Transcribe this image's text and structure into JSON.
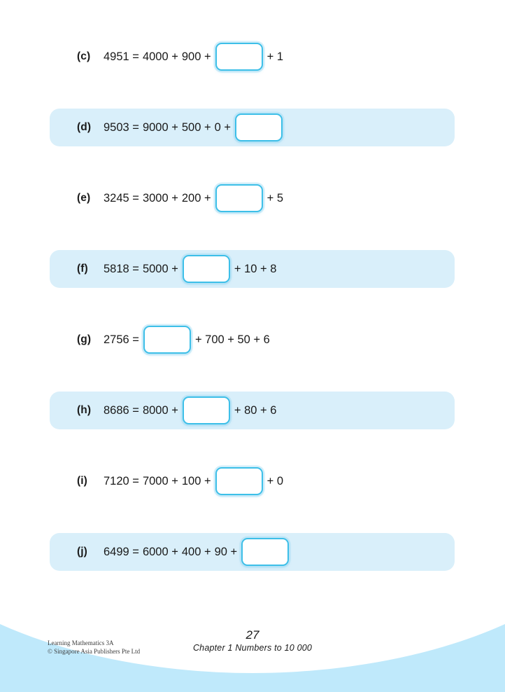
{
  "worksheet": {
    "subject_band_color": "#d9effa",
    "answer_box_border_color": "#3dbfe8",
    "footer_wave_color": "#bfe9fb",
    "rows": [
      {
        "label": "(c)",
        "shaded": false,
        "parts": [
          "4951 =",
          "4000 +",
          "900 +",
          "BOX",
          "+ 1"
        ]
      },
      {
        "label": "(d)",
        "shaded": true,
        "parts": [
          "9503 =",
          "9000 +",
          "500 +",
          "0 +",
          "BOX"
        ]
      },
      {
        "label": "(e)",
        "shaded": false,
        "parts": [
          "3245 =",
          "3000 +",
          "200 +",
          "BOX",
          "+ 5"
        ]
      },
      {
        "label": "(f)",
        "shaded": true,
        "parts": [
          "5818 =",
          "5000 +",
          "BOX",
          "+ 10 + 8"
        ]
      },
      {
        "label": "(g)",
        "shaded": false,
        "parts": [
          "2756 =",
          "BOX",
          "+ 700 + 50 + 6"
        ]
      },
      {
        "label": "(h)",
        "shaded": true,
        "parts": [
          "8686 =",
          "8000 +",
          "BOX",
          "+ 80 + 6"
        ]
      },
      {
        "label": "(i)",
        "shaded": false,
        "parts": [
          "7120 =",
          "7000 +",
          "100 +",
          "BOX",
          "+ 0"
        ]
      },
      {
        "label": "(j)",
        "shaded": true,
        "parts": [
          "6499 =",
          "6000 +",
          "400 +",
          "90 +",
          "BOX"
        ]
      }
    ]
  },
  "footer": {
    "credit_line_1": "Learning Mathematics 3A",
    "credit_line_2": "© Singapore Asia Publishers Pte Ltd",
    "page_number": "27",
    "chapter_line": "Chapter 1  Numbers to 10 000"
  }
}
